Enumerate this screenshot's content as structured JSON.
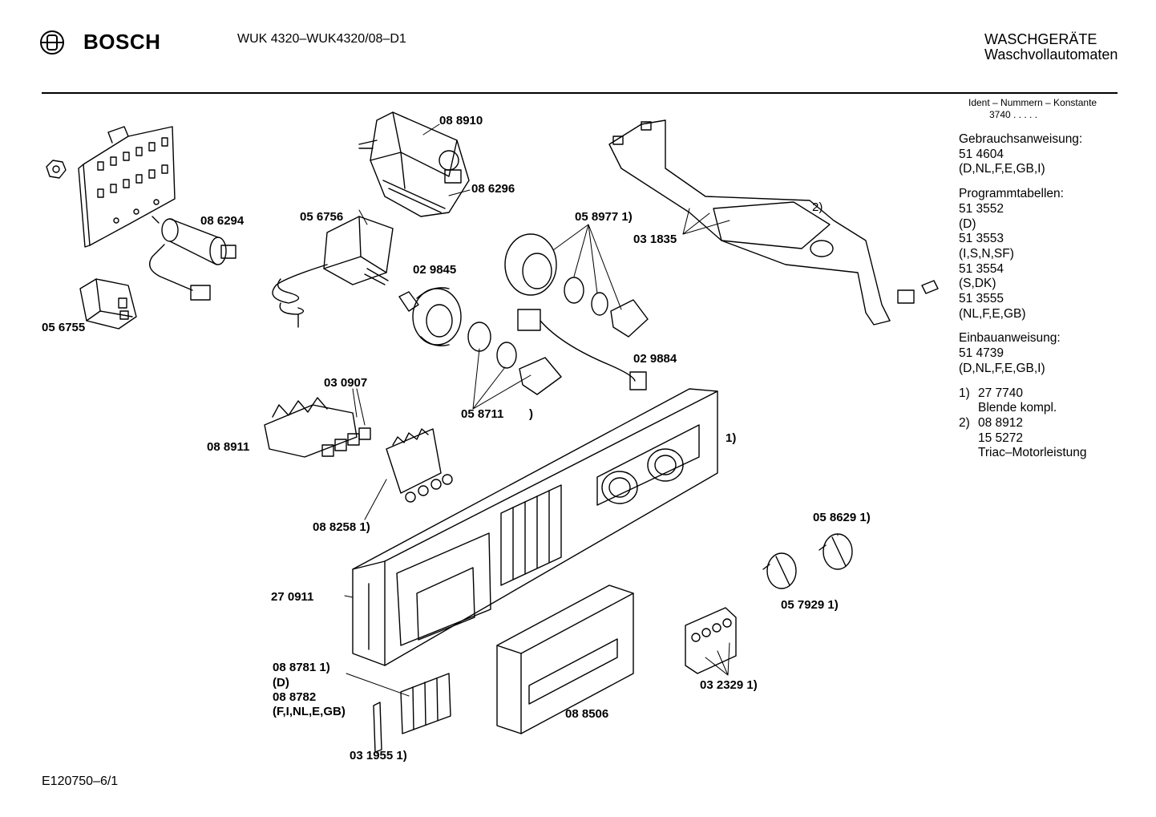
{
  "header": {
    "brand": "BOSCH",
    "model": "WUK 4320–WUK4320/08–D1",
    "category_line1": "WASCHGERÄTE",
    "category_line2": "Waschvollautomaten"
  },
  "sidebar": {
    "ident_title": "Ident – Nummern – Konstante",
    "ident_value": "3740  .  .  .  .  .",
    "sections": [
      {
        "title": "Gebrauchsanweisung:",
        "lines": [
          "51 4604",
          "(D,NL,F,E,GB,I)"
        ]
      },
      {
        "title": "Programmtabellen:",
        "lines": [
          "51 3552",
          "(D)",
          "51 3553",
          "(I,S,N,SF)",
          "51 3554",
          "(S,DK)",
          "51 3555",
          "(NL,F,E,GB)"
        ]
      },
      {
        "title": "Einbauanweisung:",
        "lines": [
          "51 4739",
          "(D,NL,F,E,GB,I)"
        ]
      }
    ],
    "notes": [
      {
        "marker": "1)",
        "lines": [
          "27 7740",
          "Blende kompl."
        ]
      },
      {
        "marker": "2)",
        "lines": [
          "08 8912",
          "15 5272",
          "Triac–Motorleistung"
        ]
      }
    ]
  },
  "parts": {
    "p088910": "08 8910",
    "p086296": "08 6296",
    "p086294": "08 6294",
    "p056756": "05 6756",
    "p056755": "05 6755",
    "p058977": "05 8977 1)",
    "p031835": "03 1835",
    "note2": "2)",
    "p029845": "02 9845",
    "p029884": "02 9884",
    "p030907": "03 0907",
    "p088911": "08 8911",
    "p058711": "05 8711",
    "p058711_paren": ")",
    "note1": "1)",
    "p088258": "08 8258 1)",
    "p058629": "05 8629 1)",
    "p057929": "05 7929 1)",
    "p270911": "27 0911",
    "p088781": "08 8781 1)",
    "p088781_d": "(D)",
    "p088782": "08 8782",
    "p088782_c": "(F,I,NL,E,GB)",
    "p088506": "08 8506",
    "p032329": "03 2329 1)",
    "p031955": "03 1955 1)"
  },
  "footer": {
    "code": "E120750–6/1"
  }
}
